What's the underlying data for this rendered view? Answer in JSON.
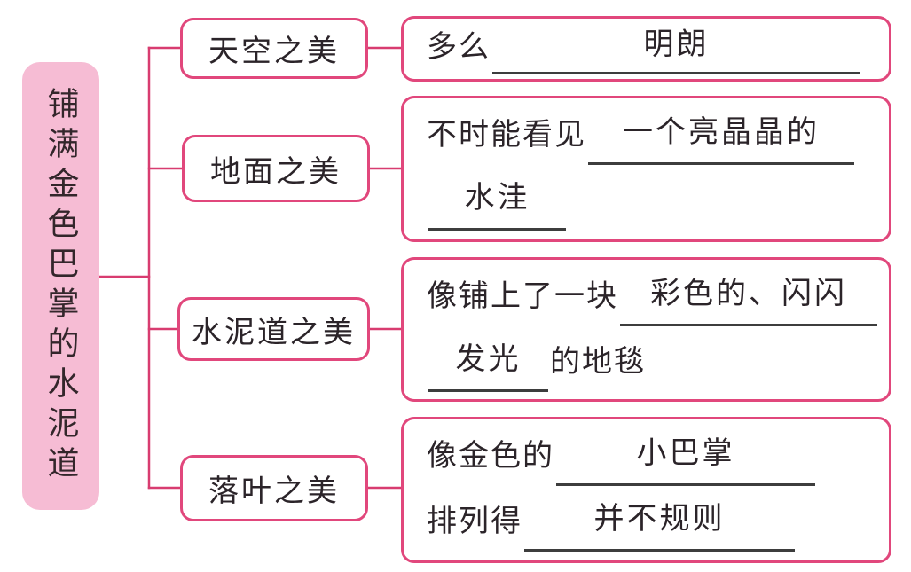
{
  "diagram": {
    "title_note": "",
    "root": {
      "label": "铺满金色巴掌的水泥道"
    },
    "branches": [
      {
        "label": "天空之美",
        "lines": [
          {
            "pre": "多么",
            "blank": "明朗",
            "post": ""
          }
        ]
      },
      {
        "label": "地面之美",
        "lines": [
          {
            "pre": "不时能看见",
            "blank": "一个亮晶晶的",
            "post": ""
          },
          {
            "pre": "",
            "blank": "水洼",
            "post": ""
          }
        ]
      },
      {
        "label": "水泥道之美",
        "lines": [
          {
            "pre": "像铺上了一块",
            "blank": "彩色的、闪闪",
            "post": ""
          },
          {
            "pre": "",
            "blank": "发光",
            "post": "的地毯"
          }
        ]
      },
      {
        "label": "落叶之美",
        "lines": [
          {
            "pre": "像金色的",
            "blank": "小巴掌",
            "post": ""
          },
          {
            "pre": "排列得",
            "blank": "并不规则",
            "post": ""
          }
        ]
      }
    ],
    "colors": {
      "accent_border": "#e1477c",
      "connector_line": "#d83c70",
      "root_fill": "#f6bcd4",
      "ink": "#2b2429",
      "underline": "#3d3d3d"
    }
  }
}
